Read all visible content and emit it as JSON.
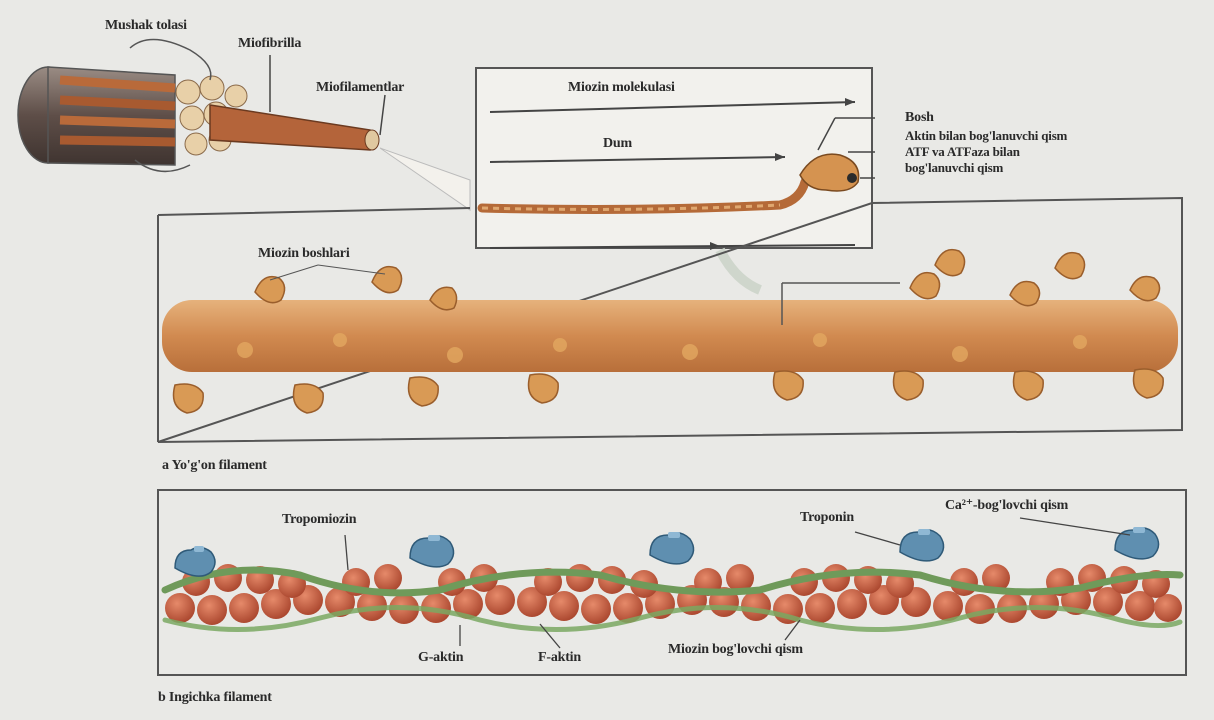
{
  "labels": {
    "muscle_fiber": "Mushak tolasi",
    "myofibril": "Miofibrilla",
    "myofilaments": "Miofilamentlar",
    "myosin_molecule": "Miozin molekulasi",
    "tail": "Dum",
    "head": "Bosh",
    "actin_binding_site": "Aktin bilan bog'lanuvchi qism",
    "atp_binding_line1": "ATF va ATFaza bilan",
    "atp_binding_line2": "bog'lanuvchi qism",
    "myosin_heads": "Miozin boshlari",
    "thick_caption": "a  Yo'g'on filament",
    "tropomyosin": "Tropomiozin",
    "troponin": "Troponin",
    "ca_binding_site": "Ca²⁺-bog'lovchi qism",
    "g_actin": "G-aktin",
    "f_actin": "F-aktin",
    "myosin_binding_site": "Miozin bog'lovchi qism",
    "thin_caption": "b  Ingichka filament"
  },
  "colors": {
    "background": "#e9e9e6",
    "thick_filament": "#d9a066",
    "myosin_head": "#d89a52",
    "actin_bead": "#c05a3c",
    "tropomyosin": "#6f9a5a",
    "troponin": "#5f8fb0"
  }
}
